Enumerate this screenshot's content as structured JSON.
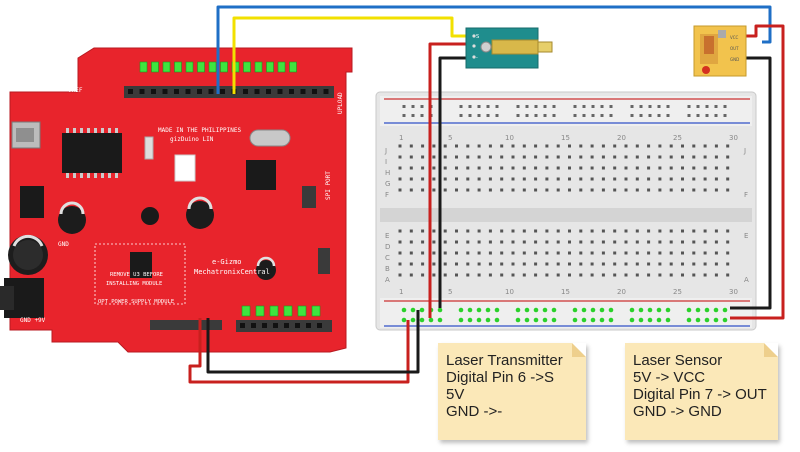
{
  "board": {
    "name": "e-Gizmo",
    "subname": "MechatronixCentral",
    "made_in": "MADE IN THE PHILIPPINES",
    "model": "gizDuino LIN",
    "remove_u3": "REMOVE U3 BEFORE",
    "installing": "INSTALLING MODULE",
    "opt_power": "OPT POWER SUPPLY MODULE",
    "uploader": "UPLOAD",
    "spi_port": "SPI PORT"
  },
  "notes": {
    "transmitter": {
      "title": "Laser Transmitter",
      "lines": [
        "Digital Pin 6 ->S",
        "5V",
        "GND ->-"
      ]
    },
    "sensor": {
      "title": "Laser Sensor",
      "lines": [
        "5V -> VCC",
        "Digital Pin 7 -> OUT",
        "GND -> GND"
      ]
    }
  },
  "modules": {
    "transmitter_pins": [
      "S",
      "",
      "-"
    ],
    "sensor_pins": [
      "VCC",
      "OUT",
      "GND"
    ]
  },
  "breadboard": {
    "columns": [
      "1",
      "5",
      "10",
      "15",
      "20",
      "25",
      "30"
    ],
    "rows_top": [
      "J",
      "I",
      "H",
      "G",
      "F"
    ],
    "rows_bottom": [
      "E",
      "D",
      "C",
      "B",
      "A"
    ]
  },
  "colors": {
    "board_red": "#e8242c",
    "wire_red": "#c8201e",
    "wire_black": "#1a1a1a",
    "wire_yellow": "#f2e000",
    "wire_blue": "#1f6fc6",
    "note_bg": "#fbe8b8",
    "laser_pcb": "#1f8d8d",
    "sensor_pcb": "#f2c34d"
  }
}
